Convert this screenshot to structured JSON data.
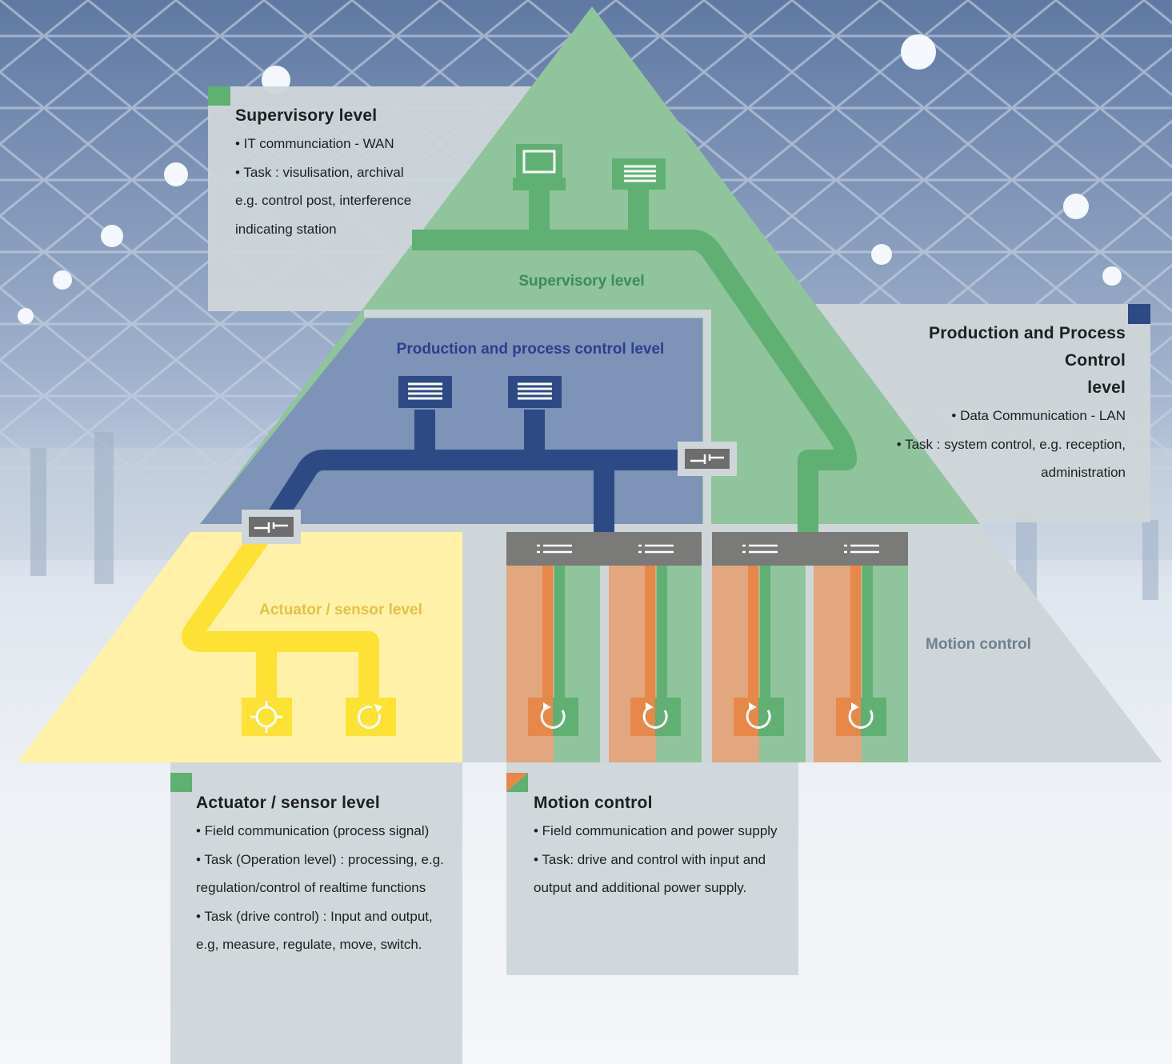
{
  "colors": {
    "supervisory_green": "#8fc49c",
    "supervisory_line": "#5fb072",
    "production_blue": "#7d93b8",
    "production_line": "#2e4a85",
    "actuator_yellow": "#fff2a8",
    "actuator_line": "#fde135",
    "motion_grey": "#cfd6d9",
    "drive_orange": "#e2a77f",
    "drive_orange_line": "#e8874a",
    "panel_bg": "#cfd6d9"
  },
  "diagram_labels": {
    "supervisory": "Supervisory level",
    "production": "Production and process control level",
    "actuator": "Actuator / sensor level",
    "motion": "Motion control"
  },
  "boxes": {
    "supervisory": {
      "title": "Supervisory level",
      "lines": [
        "• IT communciation - WAN",
        "• Task : visulisation, archival",
        "e.g. control post, interference",
        "indicating station"
      ]
    },
    "production": {
      "title_line1": "Production and Process Control",
      "title_line2": "level",
      "lines": [
        "• Data Communication - LAN",
        "• Task : system control, e.g. reception,",
        "administration"
      ]
    },
    "actuator": {
      "title": "Actuator / sensor level",
      "lines": [
        "• Field communication (process signal)",
        "• Task (Operation level) : processing, e.g.",
        "regulation/control of realtime functions",
        "• Task (drive control) : Input and output,",
        "e.g, measure, regulate, move, switch."
      ]
    },
    "motion": {
      "title": "Motion control",
      "lines": [
        "• Field communication and power supply",
        "• Task: drive and control with input and",
        "output and additional power supply."
      ]
    }
  },
  "icons": {
    "workstation": "monitor-icon",
    "server": "server-list-icon",
    "coupler": "bus-coupler-icon",
    "sensor": "crosshair-sensor-icon",
    "actuator": "rotation-actuator-icon",
    "drive": "motor-rotation-icon"
  }
}
